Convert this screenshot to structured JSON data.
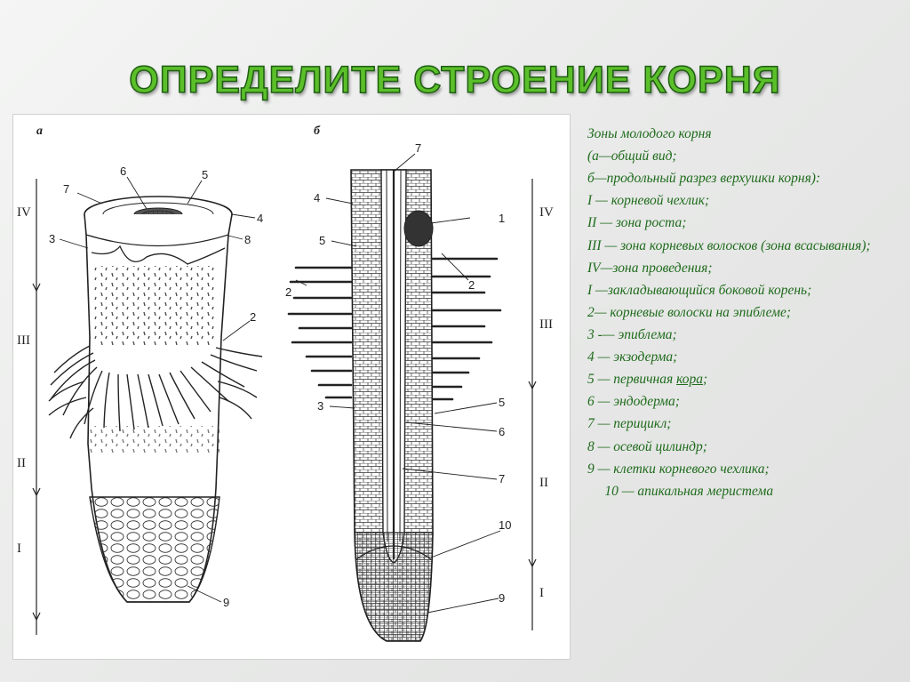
{
  "title": "ОПРЕДЕЛИТЕ СТРОЕНИЕ КОРНЯ",
  "figure": {
    "panel_a_label": "а",
    "panel_b_label": "б",
    "zones_a": [
      "IV",
      "III",
      "II",
      "I"
    ],
    "zones_b": [
      "IV",
      "III",
      "II",
      "I"
    ],
    "numbers_a": [
      "7",
      "6",
      "5",
      "4",
      "3",
      "8",
      "2",
      "9"
    ],
    "numbers_b": [
      "7",
      "4",
      "5",
      "2",
      "1",
      "2",
      "3",
      "5",
      "6",
      "7",
      "10",
      "9"
    ]
  },
  "legend": {
    "items": [
      "Зоны молодого корня",
      " (а—общий вид;",
      "б—продольный разрез верхушки корня):",
      "I — корневой чехлик;",
      " II — зона роста;",
      "III — зона корневых волосков (зона всасывания);",
      " IV—зона проведения;",
      " I —закладывающийся боковой корень;",
      " 2— корневые волоски на эпиблеме;",
      "3 -— эпиблема;",
      " 4 — экзодерма;",
      " 5 — первичная ",
      "6 — эндодерма;",
      " 7 — перицикл;",
      "8 — осевой цилиндр;",
      " 9 — клетки корневого чехлика;",
      "     10 — апикальная меристема"
    ],
    "item_5_underlined": "кора",
    "item_5_tail": ";"
  },
  "colors": {
    "title_fill": "#5bbf2a",
    "title_stroke": "#1f5e12",
    "legend_text": "#1f6b1c",
    "drawing_ink": "#2a2a2a"
  }
}
